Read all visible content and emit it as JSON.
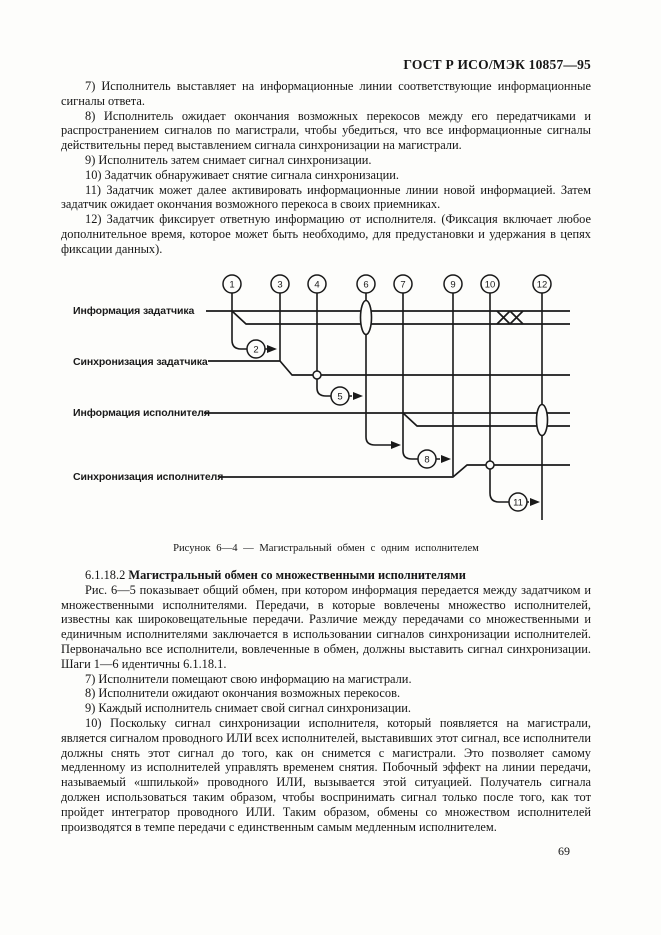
{
  "page": {
    "header": "ГОСТ Р ИСО/МЭК 10857—95",
    "page_number": "69"
  },
  "top_block": {
    "paragraphs": [
      "7) Исполнитель выставляет на информационные линии соответствующие информационные сигналы ответа.",
      "8) Исполнитель ожидает окончания возможных перекосов между его передатчиками и распространением сигналов по магистрали, чтобы убедиться, что все информационные сигналы действительны перед выставлением сигнала синхронизации на магистрали.",
      "9) Исполнитель затем снимает сигнал синхронизации.",
      "10) Задатчик обнаруживает снятие сигнала синхронизации.",
      "11) Задатчик может далее активировать информационные линии новой информацией. Затем задатчик ожидает окончания возможного перекоса в своих приемниках.",
      "12) Задатчик фиксирует ответную информацию от исполнителя. (Фиксация включает любое дополнительное время, которое может быть необходимо, для предустановки и удержания в цепях фиксации данных)."
    ]
  },
  "figure": {
    "caption": "Рисунок 6—4 — Магистральный обмен с одним исполнителем",
    "signal_labels": [
      "Информация задатчика",
      "Синхронизация задатчика",
      "Информация исполнителя",
      "Синхронизация исполнителя"
    ],
    "timeline_numbers": [
      "1",
      "3",
      "4",
      "6",
      "7",
      "9",
      "10",
      "12"
    ],
    "sequence_numbers": [
      "2",
      "5",
      "8",
      "11"
    ]
  },
  "bottom_block": {
    "heading_number": "6.1.18.2",
    "heading_title": "Магистральный обмен со множественными исполнителями",
    "paragraphs": [
      "Рис. 6—5 показывает общий обмен, при котором информация передается между задатчиком и множественными исполнителями. Передачи, в которые вовлечены множество исполнителей, известны как широковещательные передачи. Различие между передачами со множественными и единичным исполнителями заключается в использовании сигналов синхронизации исполнителей. Первоначально все исполнители, вовлеченные в обмен, должны выставить сигнал синхронизации. Шаги 1—6 идентичны 6.1.18.1.",
      "7) Исполнители помещают свою информацию на магистрали.",
      "8) Исполнители ожидают окончания возможных перекосов.",
      "9) Каждый исполнитель снимает свой сигнал синхронизации.",
      "10) Поскольку сигнал синхронизации исполнителя, который появляется на магистрали, является сигналом проводного ИЛИ всех исполнителей, выставивших этот сигнал, все исполнители должны снять этот сигнал до того, как он снимется с магистрали. Это позволяет самому медленному из исполнителей управлять временем снятия. Побочный эффект на линии передачи, называемый «шпилькой» проводного ИЛИ, вызывается этой ситуацией. Получатель сигнала должен использоваться таким образом, чтобы воспринимать сигнал только после того, как тот пройдет интегратор проводного ИЛИ. Таким образом, обмены со множеством исполнителей производятся в темпе передачи с единственным самым медленным исполнителем."
    ]
  }
}
